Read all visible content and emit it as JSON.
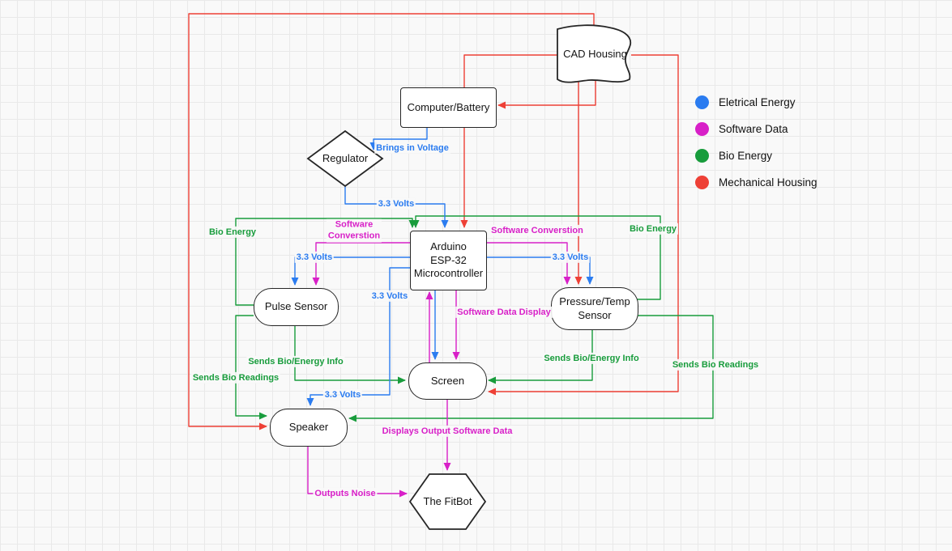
{
  "colors": {
    "electrical": "#2b7cf0",
    "software": "#d820c8",
    "bio": "#189c3c",
    "mechanical": "#ee4036"
  },
  "nodes": {
    "cad_housing": {
      "label": "CAD Housing"
    },
    "computer_battery": {
      "label": "Computer/Battery"
    },
    "regulator": {
      "label": "Regulator"
    },
    "arduino": {
      "label": "Arduino\nESP-32\nMicrocontroller"
    },
    "pulse_sensor": {
      "label": "Pulse Sensor"
    },
    "pressure_temp_sensor": {
      "label": "Pressure/Temp\nSensor"
    },
    "screen": {
      "label": "Screen"
    },
    "speaker": {
      "label": "Speaker"
    },
    "fitbot": {
      "label": "The FitBot"
    }
  },
  "edge_labels": {
    "brings_in_voltage": "Brings in Voltage",
    "volts_regulator_arduino": "3.3 Volts",
    "volts_arduino_pulse": "3.3 Volts",
    "volts_arduino_pressure": "3.3 Volts",
    "volts_arduino_speaker_upper": "3.3 Volts",
    "volts_arduino_speaker_lower": "3.3 Volts",
    "software_converstion_left": "Software\nConverstion",
    "software_converstion_right": "Software Converstion",
    "software_data_display": "Software Data Display",
    "bio_energy_left": "Bio Energy",
    "bio_energy_right": "Bio Energy",
    "sends_bio_energy_info_left": "Sends Bio/Energy Info",
    "sends_bio_energy_info_right": "Sends Bio/Energy Info",
    "sends_bio_readings_left": "Sends Bio Readings",
    "sends_bio_readings_right": "Sends Bio Readings",
    "displays_output_software_data": "Displays Output Software Data",
    "outputs_noise": "Outputs Noise"
  },
  "legend": {
    "items": [
      {
        "name": "electrical-energy",
        "label": "Eletrical Energy"
      },
      {
        "name": "software-data",
        "label": "Software Data"
      },
      {
        "name": "bio-energy",
        "label": "Bio Energy"
      },
      {
        "name": "mechanical-housing",
        "label": "Mechanical Housing"
      }
    ]
  }
}
